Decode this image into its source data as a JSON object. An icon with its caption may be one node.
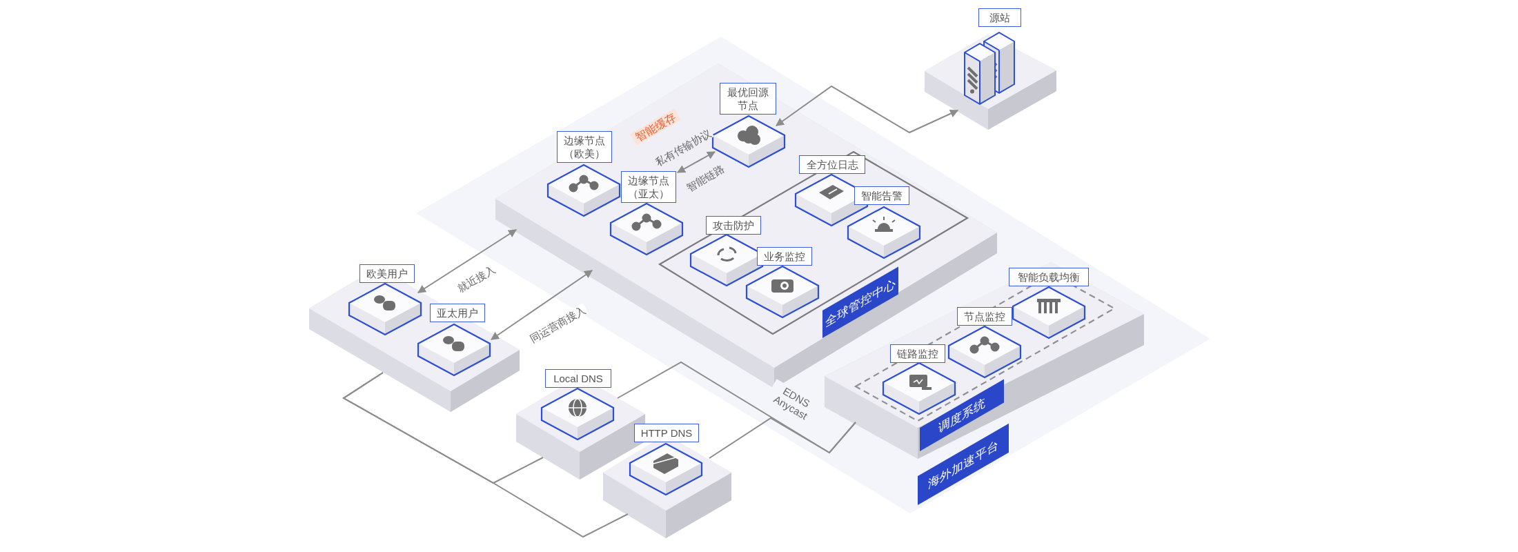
{
  "diagram": {
    "nodes": [
      {
        "text": [
          "源站"
        ]
      },
      {
        "text": [],
        "shape": "box"
      },
      {
        "text": [
          "最优回源节点"
        ],
        "in": 1
      },
      {
        "text": [
          "边缘节点（欧美）"
        ],
        "in": 1
      },
      {
        "text": [
          "边缘节点（亚太）"
        ],
        "in": 1
      },
      {
        "text": [
          "全球管控中心"
        ],
        "in": 1
      },
      {
        "text": [
          "全方位日志"
        ],
        "in": 5
      },
      {
        "text": [
          "智能告警"
        ],
        "in": 5
      },
      {
        "text": [
          "攻击防护"
        ],
        "in": 5
      },
      {
        "text": [
          "业务监控"
        ],
        "in": 5
      },
      {
        "text": [],
        "shape": "box"
      },
      {
        "text": [
          "欧美用户"
        ],
        "in": 10
      },
      {
        "text": [
          "亚太用户"
        ],
        "in": 10
      },
      {
        "text": [
          "海外加速平台"
        ]
      },
      {
        "text": [
          "调度系统"
        ],
        "in": 13
      },
      {
        "text": [
          "链路监控"
        ],
        "in": 14
      },
      {
        "text": [
          "节点监控"
        ],
        "in": 14
      },
      {
        "text": [
          "智能负载均衡"
        ],
        "in": 14
      },
      {
        "text": [
          "Local DNS"
        ]
      },
      {
        "text": [
          "HTTP DNS"
        ]
      }
    ],
    "edges": [
      {
        "from": 2,
        "to": 0,
        "arrow": "both"
      },
      {
        "from": 4,
        "to": 2,
        "arrow": "both",
        "label": "私有传输协议"
      },
      {
        "from": 11,
        "to": 1,
        "arrow": "both",
        "label": "就近接入"
      },
      {
        "from": 12,
        "to": 1,
        "arrow": "both",
        "label": "同运营商接入"
      },
      {
        "from": 10,
        "to": 18,
        "arrow": "none"
      },
      {
        "from": 10,
        "to": 19,
        "arrow": "none"
      },
      {
        "from": 18,
        "to": 13,
        "arrow": "none",
        "label": "EDNS Anycast"
      },
      {
        "from": 19,
        "to": 13,
        "arrow": "none"
      }
    ],
    "labels": [
      "智能缓存",
      "智能链路"
    ]
  }
}
